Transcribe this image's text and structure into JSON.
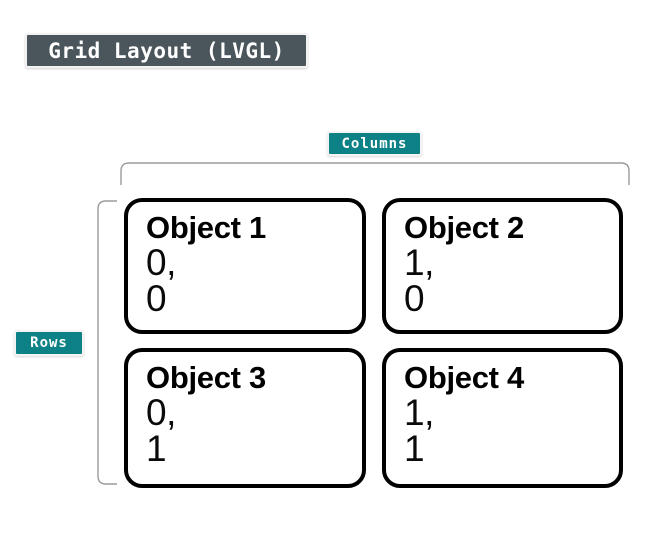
{
  "diagram": {
    "title": "Grid Layout (LVGL)",
    "axes": {
      "columns_label": "Columns",
      "rows_label": "Rows"
    },
    "colors": {
      "title_background": "#4a555c",
      "axis_badge_background": "#0d8286",
      "box_border": "#000000",
      "bracket_stroke": "#9b9b9b",
      "page_background": "#ffffff"
    },
    "cells": [
      {
        "title": "Object 1",
        "col": "0,",
        "row": "0",
        "column_index": 0,
        "row_index": 0
      },
      {
        "title": "Object 2",
        "col": "1,",
        "row": "0",
        "column_index": 1,
        "row_index": 0
      },
      {
        "title": "Object 3",
        "col": "0,",
        "row": "1",
        "column_index": 0,
        "row_index": 1
      },
      {
        "title": "Object 4",
        "col": "1,",
        "row": "1",
        "column_index": 1,
        "row_index": 1
      }
    ]
  }
}
